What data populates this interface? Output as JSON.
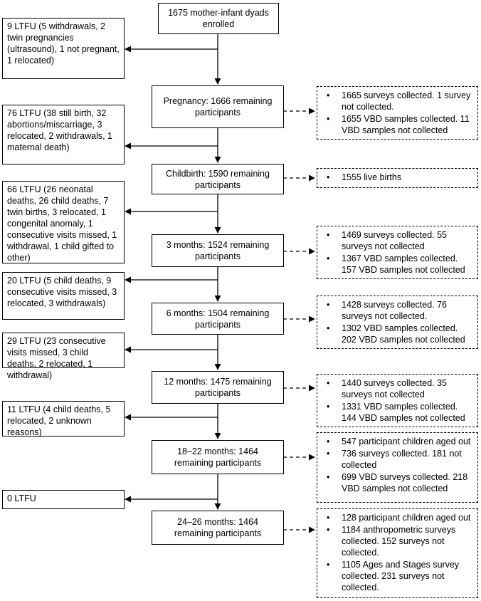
{
  "main": [
    {
      "label": "1675 mother-infant dyads enrolled"
    },
    {
      "label": "Pregnancy: 1666 remaining participants"
    },
    {
      "label": "Childbirth: 1590 remaining participants"
    },
    {
      "label": "3 months: 1524 remaining participants"
    },
    {
      "label": "6 months: 1504 remaining participants"
    },
    {
      "label": "12 months: 1475 remaining participants"
    },
    {
      "label": "18–22 months: 1464 remaining participants"
    },
    {
      "label": "24–26 months: 1464 remaining participants"
    }
  ],
  "ltfu": [
    {
      "label": "9 LTFU (5 withdrawals, 2 twin pregnancies (ultrasound), 1 not pregnant, 1 relocated)"
    },
    {
      "label": "76 LTFU (38 still birth, 32 abortions/miscarriage, 3 relocated, 2 withdrawals, 1 maternal death)"
    },
    {
      "label": "66 LTFU (26 neonatal deaths, 26 child deaths, 7 twin births, 3 relocated, 1 congenital anomaly, 1 consecutive visits missed, 1 withdrawal, 1 child gifted to other)"
    },
    {
      "label": "20 LTFU (5 child deaths, 9 consecutive visits missed, 3 relocated, 3 withdrawals)"
    },
    {
      "label": "29 LTFU (23 consecutive visits missed, 3 child deaths, 2 relocated, 1 withdrawal)"
    },
    {
      "label": "11 LTFU (4 child deaths, 5 relocated, 2 unknown reasons)"
    },
    {
      "label": "0 LTFU"
    }
  ],
  "outcomes": [
    {
      "items": [
        "1665 surveys collected. 1 survey not collected.",
        "1655 VBD samples collected. 11 VBD samples not collected"
      ]
    },
    {
      "items": [
        "1555 live births"
      ]
    },
    {
      "items": [
        "1469 surveys collected. 55 surveys not collected",
        "1367 VBD samples collected. 157 VBD samples not collected"
      ]
    },
    {
      "items": [
        "1428 surveys collected. 76 surveys not collected.",
        "1302 VBD samples collected. 202 VBD samples not collected"
      ]
    },
    {
      "items": [
        "1440 surveys collected. 35 surveys not collected",
        "1331 VBD samples collected. 144 VBD samples not collected"
      ]
    },
    {
      "items": [
        "547 participant children aged out",
        "736 surveys collected. 181 not collected",
        "699 VBD surveys collected. 218 VBD samples not collected"
      ]
    },
    {
      "items": [
        "128 participant children aged out",
        "1184 anthropometric surveys collected. 152 surveys not collected.",
        "1105 Ages and Stages survey collected. 231 surveys not collected."
      ]
    }
  ]
}
